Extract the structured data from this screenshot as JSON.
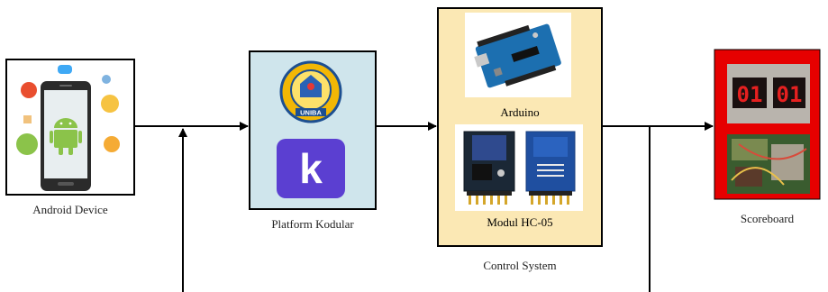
{
  "blocks": {
    "android": {
      "label": "Android Device"
    },
    "kodular": {
      "label": "Platform Kodular",
      "logo_text": "UNIBA",
      "app_letter": "k"
    },
    "control": {
      "label": "Control System",
      "arduino_label": "Arduino",
      "module_label": "Modul HC-05"
    },
    "scoreboard": {
      "label": "Scoreboard",
      "digits_left": "01",
      "digits_right": "01"
    }
  },
  "colors": {
    "kodular_panel": "#cfe5ec",
    "control_panel": "#fbe8b4",
    "scoreboard_frame": "#e60000",
    "kodular_purple": "#5b3fd1",
    "arduino_blue": "#1c6fb0",
    "android_green": "#8bc34a"
  }
}
